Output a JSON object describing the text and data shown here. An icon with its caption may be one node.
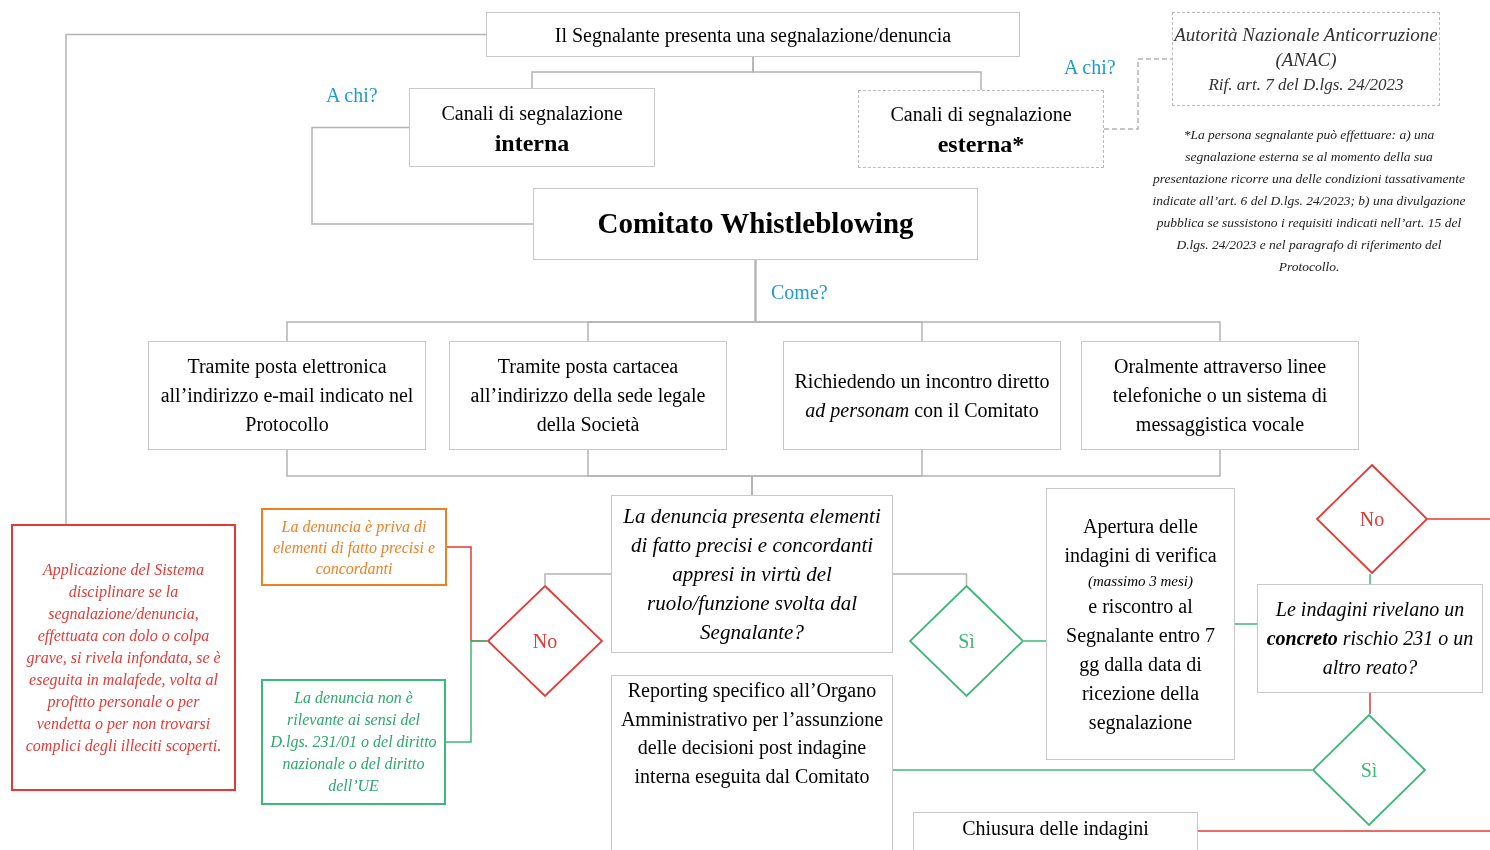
{
  "diagram": {
    "nodes": [
      {
        "text": [
          "Il Segnalante presenta una segnalazione/denuncia"
        ]
      },
      {
        "text": [
          "Canali di segnalazione",
          "interna"
        ]
      },
      {
        "text": [
          "Canali di segnalazione",
          "esterna*"
        ]
      },
      {
        "text": [
          "Autorità Nazionale Anticorruzione (ANAC)",
          "Rif. art. 7 del D.lgs. 24/2023"
        ]
      },
      {
        "text": [
          "Comitato Whistleblowing"
        ]
      },
      {
        "text": [
          "Tramite posta elettronica all’indirizzo e-mail indicato nel Protocollo"
        ]
      },
      {
        "text": [
          "Tramite posta cartacea all’indirizzo della sede legale della Società"
        ]
      },
      {
        "text": [
          "Richiedendo un incontro diretto *ad personam* con il Comitato"
        ]
      },
      {
        "text": [
          "Oralmente attraverso linee telefoniche o un sistema di messaggistica vocale"
        ]
      },
      {
        "text": [
          "Applicazione del Sistema disciplinare se la segnalazione/denuncia, effettuata con dolo o colpa grave, si rivela infondata, se è eseguita in malafede, volta al profitto personale o per vendetta o per non trovarsi complici degli illeciti scoperti."
        ]
      },
      {
        "text": [
          "La denuncia è priva di elementi di fatto precisi e concordanti"
        ]
      },
      {
        "text": [
          "La denuncia non è rilevante ai sensi del D.lgs. 231/01 o del diritto nazionale o del diritto dell’UE"
        ]
      },
      {
        "text": [
          "No"
        ]
      },
      {
        "text": [
          "La denuncia presenta elementi di fatto precisi e concordanti appresi in virtù del ruolo/funzione svolta dal Segnalante?"
        ]
      },
      {
        "text": [
          "Sì"
        ]
      },
      {
        "text": [
          "Apertura delle indagini di verifica",
          "(massimo 3 mesi)",
          "e riscontro al Segnalante entro 7 gg dalla data di ricezione della segnalazione"
        ]
      },
      {
        "text": [
          "No"
        ]
      },
      {
        "text": [
          "Le indagini rivelano un **concreto** rischio 231 o un altro reato?"
        ]
      },
      {
        "text": [
          "Sì"
        ]
      },
      {
        "text": [
          "Reporting specifico all’Organo Amministrativo per l’assunzione delle decisioni post indagine interna eseguita dal Comitato"
        ]
      },
      {
        "text": [
          "Chiusura delle indagini"
        ]
      }
    ],
    "edges": [
      {
        "from": 0,
        "to": 1,
        "arrow": "none"
      },
      {
        "from": 0,
        "to": 2,
        "arrow": "none"
      },
      {
        "from": 0,
        "to": 9,
        "arrow": "none"
      },
      {
        "from": 1,
        "to": 4,
        "arrow": "none"
      },
      {
        "from": 2,
        "to": 3,
        "arrow": "none",
        "style": "dashed"
      },
      {
        "from": 4,
        "to": 5,
        "arrow": "none"
      },
      {
        "from": 4,
        "to": 6,
        "arrow": "none"
      },
      {
        "from": 4,
        "to": 7,
        "arrow": "none"
      },
      {
        "from": 4,
        "to": 8,
        "arrow": "none"
      },
      {
        "from": 5,
        "to": 13,
        "arrow": "none"
      },
      {
        "from": 6,
        "to": 13,
        "arrow": "none"
      },
      {
        "from": 7,
        "to": 13,
        "arrow": "none"
      },
      {
        "from": 8,
        "to": 13,
        "arrow": "none"
      },
      {
        "from": 13,
        "to": 12,
        "arrow": "none"
      },
      {
        "from": 12,
        "to": 10,
        "arrow": "none",
        "color": "#e53935"
      },
      {
        "from": 12,
        "to": 11,
        "arrow": "none",
        "color": "#3cb878"
      },
      {
        "from": 13,
        "to": 14,
        "arrow": "none"
      },
      {
        "from": 14,
        "to": 15,
        "arrow": "none",
        "color": "#3cb878"
      },
      {
        "from": 15,
        "to": 17,
        "arrow": "none",
        "color": "#3cb878"
      },
      {
        "from": 17,
        "to": 16,
        "arrow": "none",
        "color": "#3cb878"
      },
      {
        "from": 16,
        "to": null,
        "arrow": "none",
        "color": "#e53935"
      },
      {
        "from": 17,
        "to": 18,
        "arrow": "none",
        "color": "#e53935"
      },
      {
        "from": 18,
        "to": 19,
        "arrow": "none",
        "color": "#3cb878"
      },
      {
        "from": 20,
        "to": null,
        "arrow": "none",
        "color": "#e53935"
      }
    ],
    "labels": [
      "A chi?",
      "A chi?",
      "Come?",
      "*La persona segnalante può effettuare: a) una segnalazione esterna se al momento della sua presentazione ricorre una delle condizioni tassativamente indicate all’art. 6 del D.lgs. 24/2023; b) una divulgazione pubblica se sussistono i requisiti indicati nell’art. 15 del D.lgs. 24/2023 e nel paragrafo di riferimento del Protocollo."
    ]
  }
}
